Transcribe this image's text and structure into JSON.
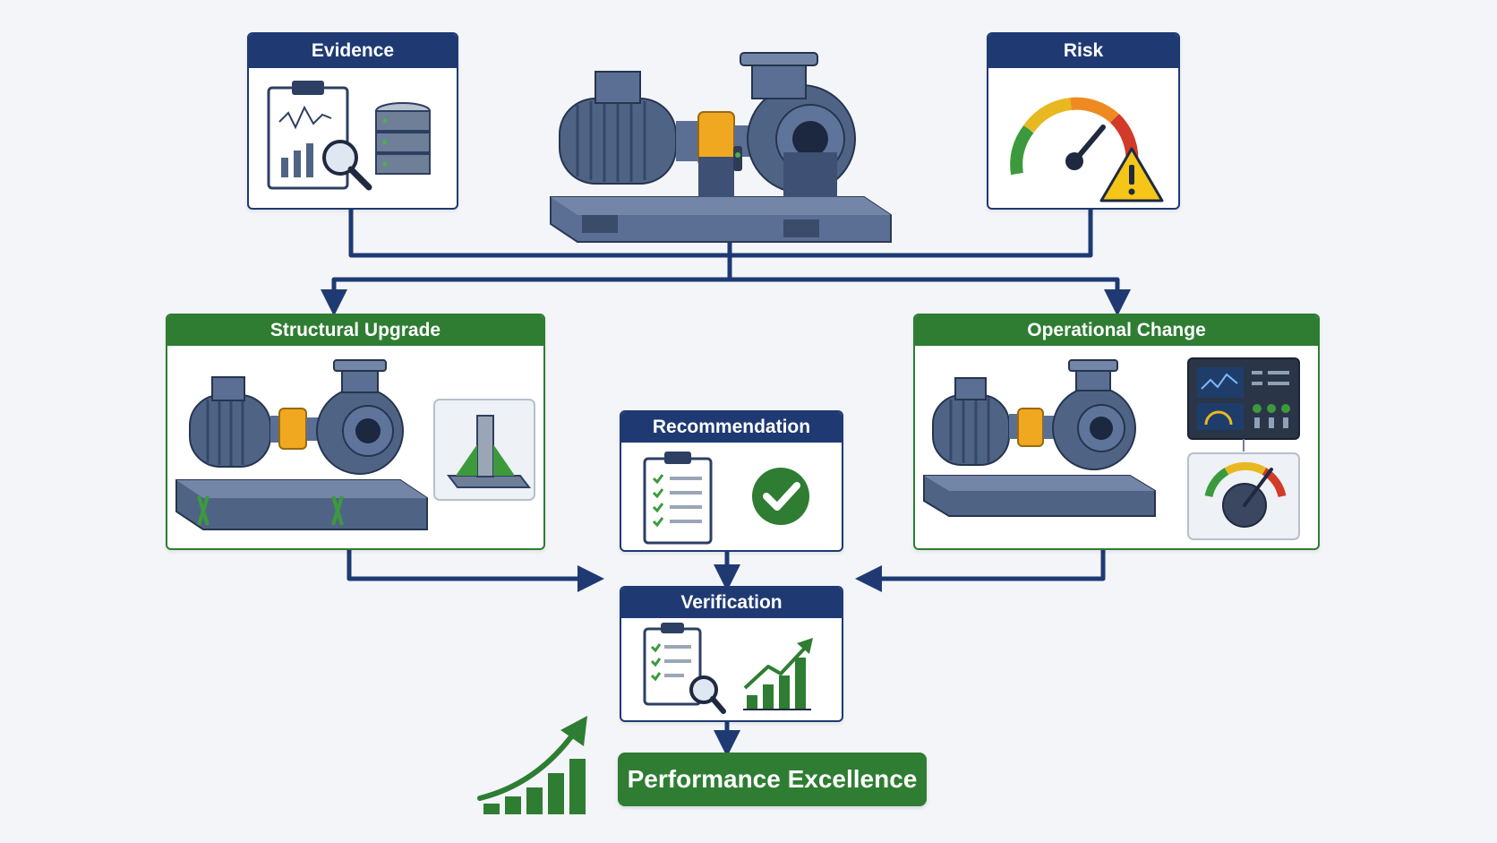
{
  "nodes": {
    "evidence": {
      "title": "Evidence"
    },
    "risk": {
      "title": "Risk"
    },
    "structural_upgrade": {
      "title": "Structural Upgrade"
    },
    "operational_change": {
      "title": "Operational Change"
    },
    "recommendation": {
      "title": "Recommendation"
    },
    "verification": {
      "title": "Verification"
    },
    "performance_excellence": {
      "title": "Performance Excellence"
    }
  },
  "colors": {
    "navy": "#1f3a73",
    "green": "#2e7d32",
    "machine_steel": "#4f6485",
    "coupling_yellow": "#f0a820",
    "gauge_green": "#3c9a3c",
    "gauge_yellow": "#e8b820",
    "gauge_red": "#d23a2a",
    "warning_yellow": "#f5c518"
  },
  "icons": {
    "evidence": [
      "clipboard-chart-icon",
      "magnifier-icon",
      "database-icon"
    ],
    "risk": [
      "gauge-icon",
      "warning-triangle-icon"
    ],
    "central": [
      "centrifugal-pump-icon"
    ],
    "structural_upgrade": [
      "pump-on-reinforced-base-icon",
      "support-bracket-icon"
    ],
    "operational_change": [
      "pump-icon",
      "control-panel-icon",
      "gauge-icon"
    ],
    "recommendation": [
      "checklist-icon",
      "check-circle-icon"
    ],
    "verification": [
      "checklist-magnifier-icon",
      "bar-chart-up-icon"
    ],
    "performance": [
      "growth-bar-chart-icon"
    ]
  }
}
